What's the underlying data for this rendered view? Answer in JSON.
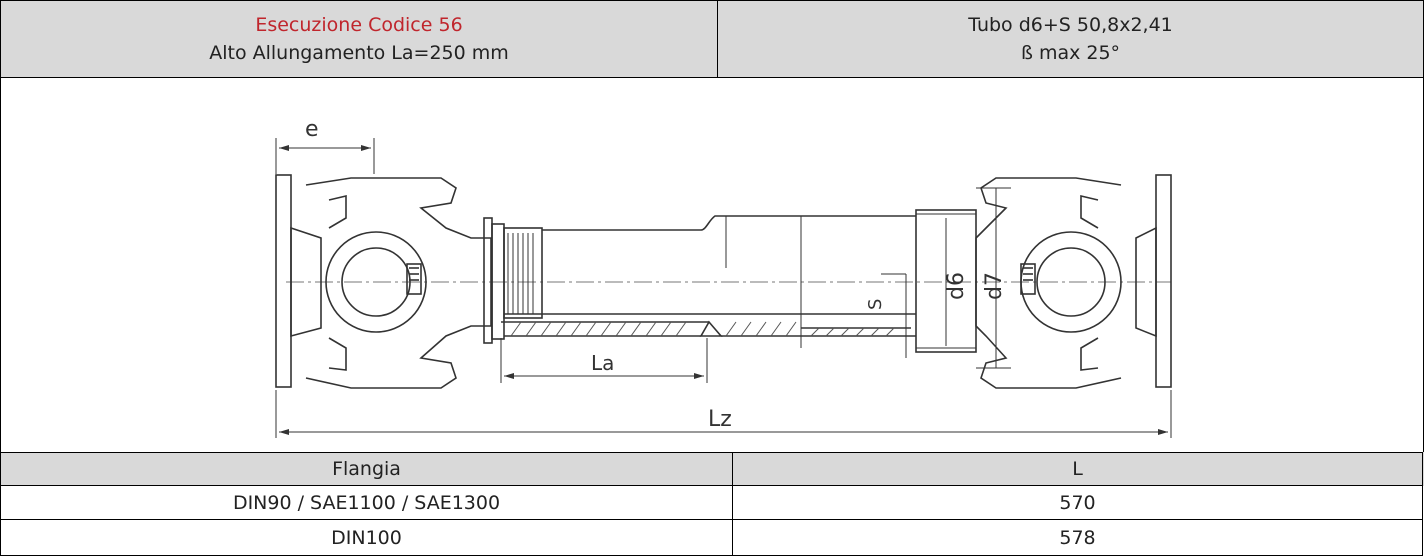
{
  "header": {
    "left_line1": "Esecuzione Codice 56",
    "left_line2": "Alto Allungamento La=250 mm",
    "right_line1": "Tubo d6+S 50,8x2,41",
    "right_line2": "ß max 25°"
  },
  "drawing": {
    "dim_e": "e",
    "dim_la": "La",
    "dim_lz": "Lz",
    "dim_s": "S",
    "dim_d6": "d6",
    "dim_d7": "d7"
  },
  "table": {
    "headers": [
      "Flangia",
      "L"
    ],
    "rows": [
      [
        "DIN90 / SAE1100 / SAE1300",
        "570"
      ],
      [
        "DIN100",
        "578"
      ]
    ]
  }
}
